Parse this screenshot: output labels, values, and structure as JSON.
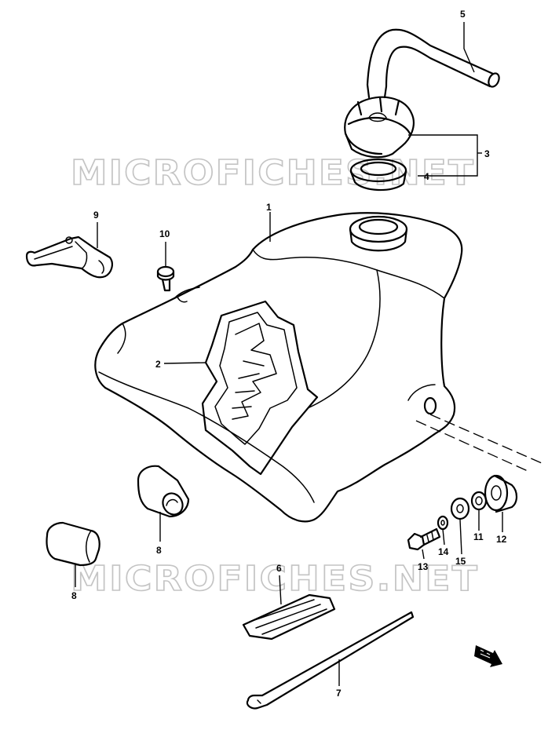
{
  "watermarks": [
    "MICROFICHES.NET",
    "MICROFICHES.NET"
  ],
  "callouts": {
    "c1": "1",
    "c2": "2",
    "c3": "3",
    "c4": "4",
    "c5": "5",
    "c6": "6",
    "c7": "7",
    "c8a": "8",
    "c8b": "8",
    "c9": "9",
    "c10": "10",
    "c11": "11",
    "c12": "12",
    "c13": "13",
    "c14": "14",
    "c15": "15"
  }
}
